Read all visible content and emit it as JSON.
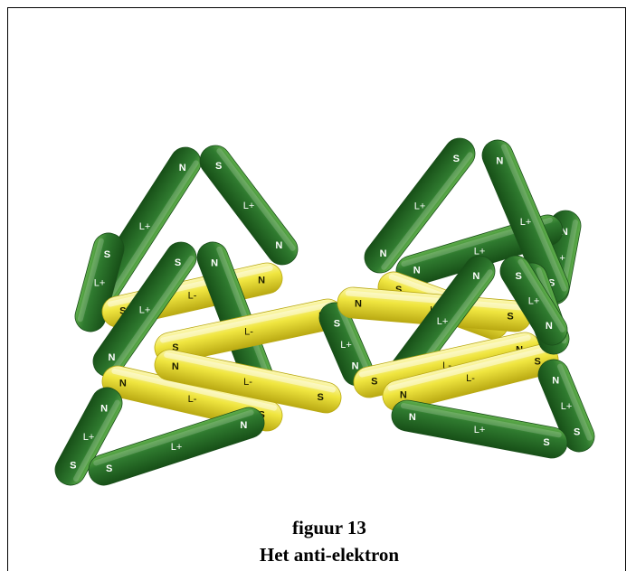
{
  "caption": {
    "figure_label": "figuur 13",
    "title": "Het anti-elektron"
  },
  "colors": {
    "green": "#2f7a2f",
    "green_dark": "#1c5c1c",
    "green_light": "#4e9a3e",
    "yellow": "#f0e640",
    "yellow_dark": "#c9b816",
    "yellow_light": "#faf6a0"
  },
  "diagram": {
    "groups": [
      {
        "name": "left-cluster",
        "rods": [
          {
            "color": "green",
            "ends": [
              "N",
              "S"
            ],
            "mid": "L+"
          },
          {
            "color": "green",
            "ends": [
              "S",
              "N"
            ],
            "mid": "L+"
          },
          {
            "color": "green",
            "ends": [
              "",
              "S"
            ],
            "mid": "L+"
          },
          {
            "color": "yellow",
            "ends": [
              "S",
              "N"
            ],
            "mid": "L-"
          },
          {
            "color": "green",
            "ends": [
              "S",
              "N"
            ],
            "mid": "L+"
          },
          {
            "color": "green",
            "ends": [
              "N",
              "S"
            ],
            "mid": "L+"
          },
          {
            "color": "yellow",
            "ends": [
              "N",
              "S"
            ],
            "mid": "L-"
          },
          {
            "color": "yellow",
            "ends": [
              "S",
              "N"
            ],
            "mid": "L-"
          },
          {
            "color": "yellow",
            "ends": [
              "N",
              "S"
            ],
            "mid": "L-"
          },
          {
            "color": "green",
            "ends": [
              "N",
              "S"
            ],
            "mid": "L+"
          },
          {
            "color": "green",
            "ends": [
              "S",
              "N"
            ],
            "mid": "L+"
          }
        ]
      },
      {
        "name": "middle-link",
        "rods": [
          {
            "color": "green",
            "ends": [
              "S",
              "N"
            ],
            "mid": "L+"
          }
        ]
      },
      {
        "name": "right-cluster",
        "rods": [
          {
            "color": "green",
            "ends": [
              "S",
              "N"
            ],
            "mid": "L+"
          },
          {
            "color": "green",
            "ends": [
              "N",
              "S"
            ],
            "mid": "L+"
          },
          {
            "color": "green",
            "ends": [
              "N",
              "S"
            ],
            "mid": "L+"
          },
          {
            "color": "green",
            "ends": [
              "N",
              "S"
            ],
            "mid": "L+"
          },
          {
            "color": "yellow",
            "ends": [
              "S",
              "N"
            ],
            "mid": "L-"
          },
          {
            "color": "yellow",
            "ends": [
              "N",
              "S"
            ],
            "mid": "L-"
          },
          {
            "color": "green",
            "ends": [
              "N",
              "S"
            ],
            "mid": "L+"
          },
          {
            "color": "yellow",
            "ends": [
              "S",
              "N"
            ],
            "mid": "L-"
          },
          {
            "color": "yellow",
            "ends": [
              "N",
              "S"
            ],
            "mid": "L-"
          },
          {
            "color": "green",
            "ends": [
              "N",
              "S"
            ],
            "mid": "L+"
          },
          {
            "color": "green",
            "ends": [
              "N",
              "S"
            ],
            "mid": "L+"
          },
          {
            "color": "green",
            "ends": [
              "S",
              "N"
            ],
            "mid": "L+"
          },
          {
            "color": "green",
            "ends": [
              "S",
              "N"
            ],
            "mid": "L+"
          }
        ]
      }
    ]
  }
}
